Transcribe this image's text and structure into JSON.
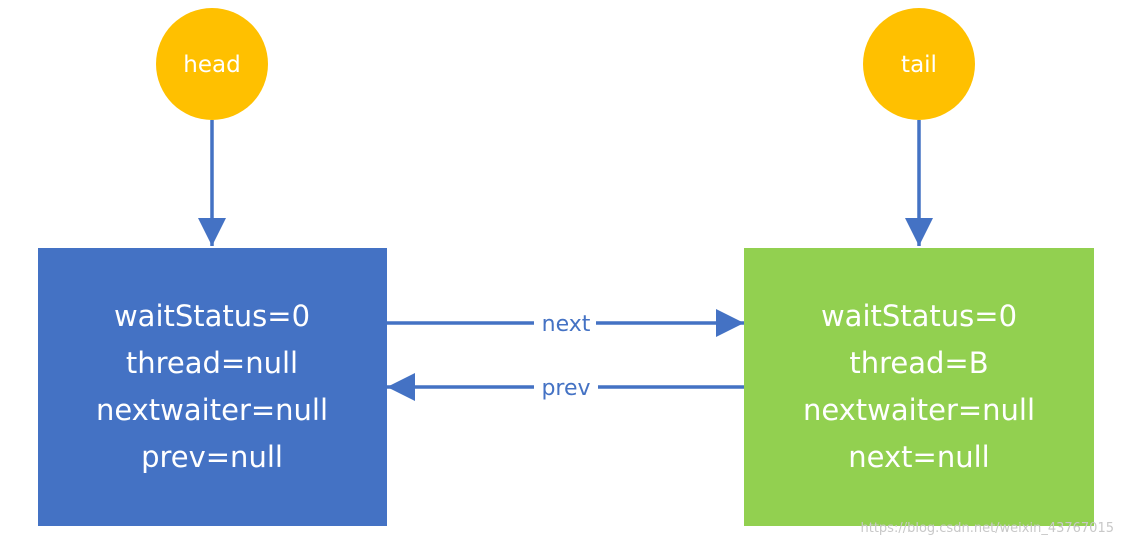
{
  "diagram": {
    "head_pointer": {
      "label": "head"
    },
    "tail_pointer": {
      "label": "tail"
    },
    "head_node": {
      "lines": [
        "waitStatus=0",
        "thread=null",
        "nextwaiter=null",
        "prev=null"
      ]
    },
    "tail_node": {
      "lines": [
        "waitStatus=0",
        "thread=B",
        "nextwaiter=null",
        "next=null"
      ]
    },
    "edges": {
      "next_label": "next",
      "prev_label": "prev"
    }
  },
  "watermark": "https://blog.csdn.net/weixin_43767015",
  "colors": {
    "pointer": "#ffc000",
    "head_node": "#4472c4",
    "tail_node": "#92d050",
    "arrow": "#4472c4",
    "text": "#ffffff"
  }
}
